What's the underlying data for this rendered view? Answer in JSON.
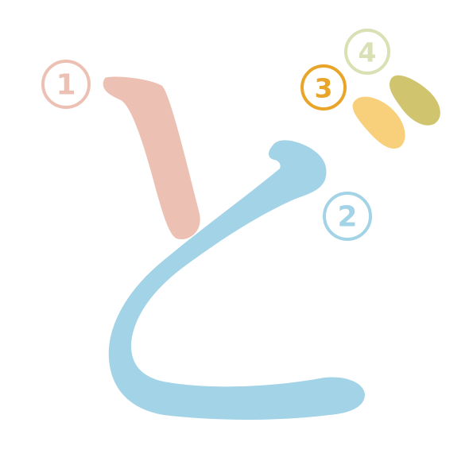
{
  "strokes": [
    {
      "order": "①",
      "color": "#ecc1b4"
    },
    {
      "order": "②",
      "color": "#a3d3e6"
    },
    {
      "order": "③",
      "color": "#f8d07b"
    },
    {
      "order": "④",
      "color": "#d1c46f"
    }
  ],
  "labels": [
    {
      "text": "1",
      "color": "#ecc1b4"
    },
    {
      "text": "2",
      "color": "#a3d3e6"
    },
    {
      "text": "3",
      "color": "#e9a52a"
    },
    {
      "text": "4",
      "color": "#d9e0b4"
    }
  ]
}
